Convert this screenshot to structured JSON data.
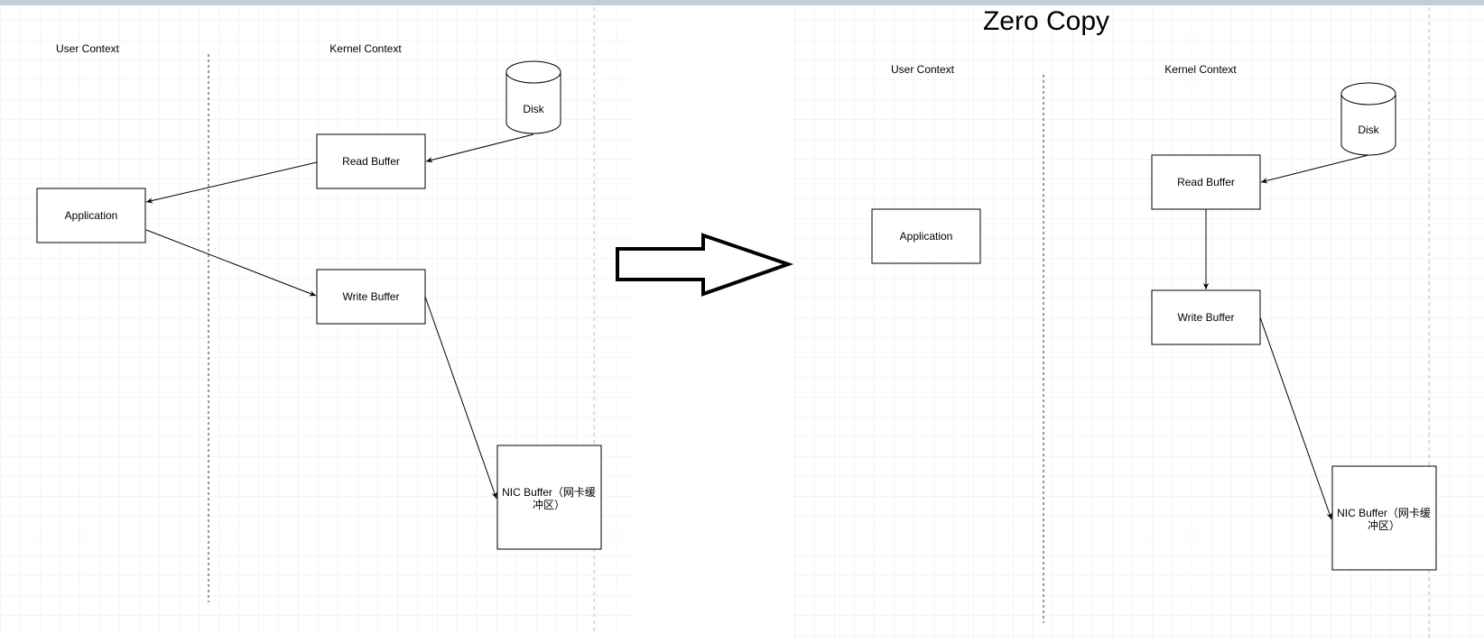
{
  "title": "Zero Copy",
  "left_panel": {
    "user_context": "User Context",
    "kernel_context": "Kernel Context",
    "disk": "Disk",
    "read_buffer": "Read Buffer",
    "application": "Application",
    "write_buffer": "Write Buffer",
    "nic_buffer_line1": "NIC Buffer（网卡缓",
    "nic_buffer_line2": "冲区）"
  },
  "right_panel": {
    "user_context": "User Context",
    "kernel_context": "Kernel Context",
    "disk": "Disk",
    "read_buffer": "Read Buffer",
    "application": "Application",
    "write_buffer": "Write Buffer",
    "nic_buffer_line1": "NIC Buffer（网卡缓",
    "nic_buffer_line2": "冲区）"
  },
  "colors": {
    "grid": "#e8e8e8",
    "stroke": "#000000",
    "topbar": "#c4ccdc",
    "divider": "#333333"
  }
}
